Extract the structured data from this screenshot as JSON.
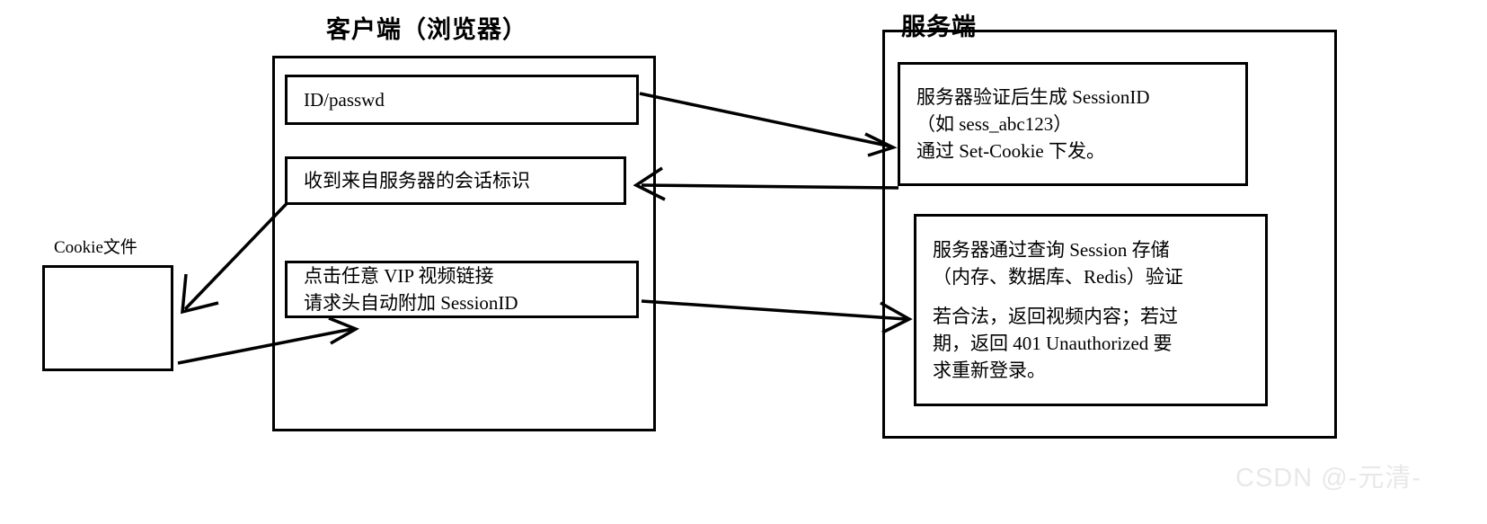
{
  "diagram": {
    "client": {
      "title": "客户端（浏览器）",
      "boxes": [
        {
          "name": "id-passwd",
          "lines": [
            "ID/passwd"
          ]
        },
        {
          "name": "session-received",
          "lines": [
            "收到来自服务器的会话标识"
          ]
        },
        {
          "name": "vip-click",
          "lines": [
            "点击任意 VIP 视频链接",
            "请求头自动附加 SessionID"
          ]
        }
      ]
    },
    "server": {
      "title": "服务端",
      "boxes": [
        {
          "name": "session-generate",
          "lines": [
            "服务器验证后生成 SessionID",
            "（如 sess_abc123）",
            "通过 Set-Cookie 下发。"
          ]
        },
        {
          "name": "session-verify",
          "lines": [
            "服务器通过查询 Session 存储",
            "（内存、数据库、Redis）验证",
            "",
            "若合法，返回视频内容；若过",
            "期，返回 401 Unauthorized 要",
            "求重新登录。"
          ]
        }
      ]
    },
    "cookie": {
      "label": "Cookie文件"
    },
    "watermark": "CSDN @-元清-",
    "colors": {
      "stroke": "#000000",
      "background": "#ffffff",
      "watermark": "#e8e8e8"
    }
  }
}
